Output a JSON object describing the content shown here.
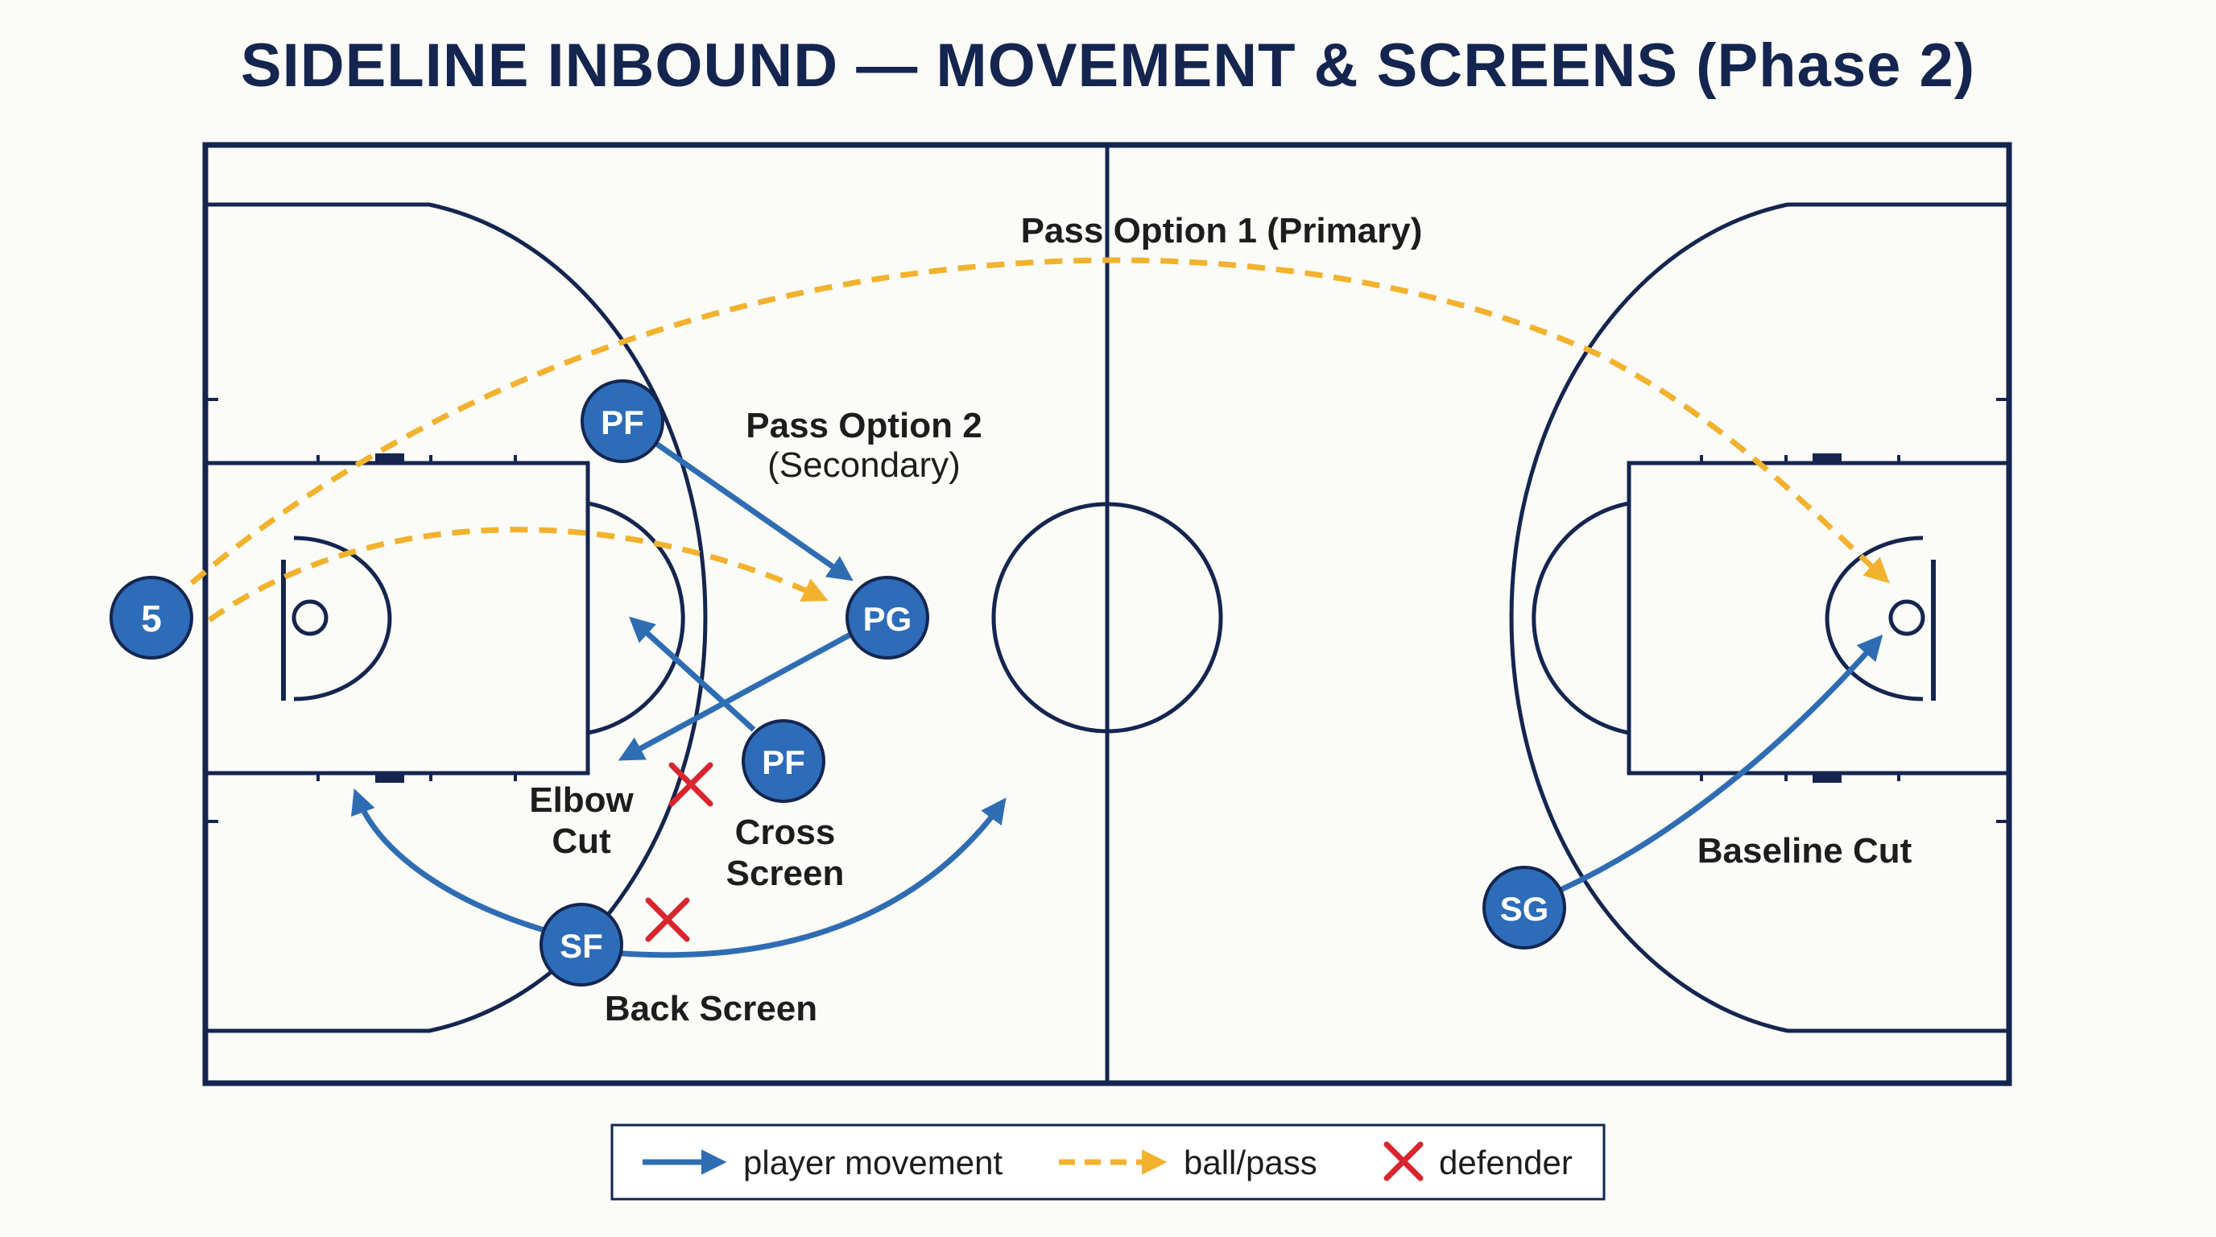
{
  "title": "SIDELINE INBOUND — MOVEMENT & SCREENS (Phase 2)",
  "colors": {
    "court_line": "#14254f",
    "player": "#2d6cb8",
    "movement": "#2f6db3",
    "pass": "#f2b22e",
    "defender": "#d9252d"
  },
  "players": {
    "five": "5",
    "pf_top": "PF",
    "pg": "PG",
    "pf_mid": "PF",
    "sf": "SF",
    "sg": "SG"
  },
  "labels": {
    "pass_option_1": "Pass Option 1 (Primary)",
    "pass_option_2": "Pass Option 2",
    "pass_option_2_sub": "(Secondary)",
    "elbow_1": "Elbow",
    "elbow_2": "Cut",
    "cross_1": "Cross",
    "cross_2": "Screen",
    "back_screen": "Back Screen",
    "baseline_cut": "Baseline Cut"
  },
  "legend": {
    "movement": {
      "label": "player movement",
      "icon": "arrow-icon"
    },
    "pass": {
      "label": "ball/pass",
      "icon": "dashed-arrow-icon"
    },
    "defender": {
      "label": "defender",
      "icon": "x-icon"
    }
  }
}
